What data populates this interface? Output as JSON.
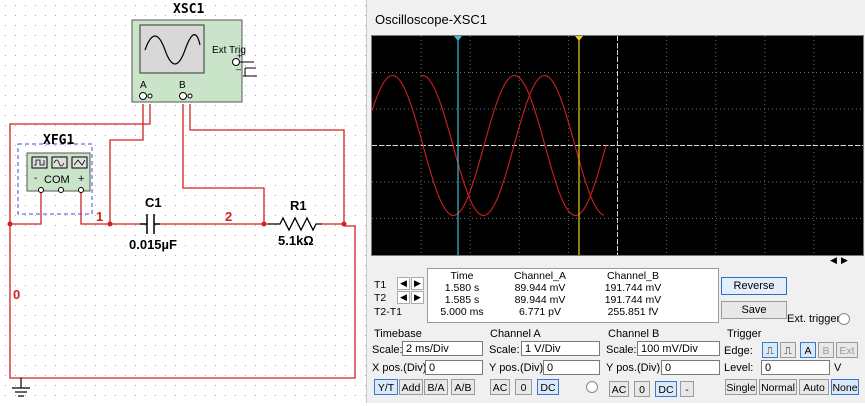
{
  "schematic": {
    "scope_name": "XSC1",
    "scope_ext_trig": "Ext Trig",
    "scope_ch_a": "A",
    "scope_ch_b": "B",
    "scope_plus": "+",
    "scope_minus": "_",
    "fg_name": "XFG1",
    "fg_com": "COM",
    "fg_minus": "-",
    "fg_plus": "+",
    "c_name": "C1",
    "c_value": "0.015µF",
    "r_name": "R1",
    "r_value": "5.1kΩ",
    "node_1": "1",
    "node_2": "2",
    "node_0": "0",
    "wire_color": "#d42020"
  },
  "osc": {
    "title": "Oscilloscope-XSC1",
    "headers": {
      "time": "Time",
      "cha": "Channel_A",
      "chb": "Channel_B"
    },
    "rows": [
      {
        "label": "T1",
        "time": "1.580 s",
        "cha": "89.944 mV",
        "chb": "191.744 mV"
      },
      {
        "label": "T2",
        "time": "1.585 s",
        "cha": "89.944 mV",
        "chb": "191.744 mV"
      },
      {
        "label": "T2-T1",
        "time": "5.000 ms",
        "cha": "6.771 pV",
        "chb": "255.851 fV"
      }
    ],
    "reverse": "Reverse",
    "save": "Save",
    "ext_trigger": "Ext. trigger",
    "timebase": {
      "title": "Timebase",
      "scale_label": "Scale:",
      "scale": "2 ms/Div",
      "xpos_label": "X pos.(Div):",
      "xpos": "0",
      "btn_yt": "Y/T",
      "btn_add": "Add",
      "btn_ba": "B/A",
      "btn_ab": "A/B"
    },
    "cha": {
      "title": "Channel A",
      "scale_label": "Scale:",
      "scale": "1  V/Div",
      "ypos_label": "Y pos.(Div):",
      "ypos": "0",
      "btn_ac": "AC",
      "btn_0": "0",
      "btn_dc": "DC"
    },
    "chb": {
      "title": "Channel B",
      "scale_label": "Scale:",
      "scale": "100 mV/Div",
      "ypos_label": "Y pos.(Div):",
      "ypos": "0",
      "btn_ac": "AC",
      "btn_0": "0",
      "btn_dc": "DC",
      "btn_minus": "-"
    },
    "trigger": {
      "title": "Trigger",
      "edge_label": "Edge:",
      "btn_a": "A",
      "btn_b": "B",
      "btn_ext": "Ext",
      "level_label": "Level:",
      "level": "0",
      "level_unit": "V",
      "btn_single": "Single",
      "btn_normal": "Normal",
      "btn_auto": "Auto",
      "btn_none": "None"
    },
    "trace_a_color": "#cc2020",
    "trace_b_color": "#cc2020",
    "cursor1_color": "#3bbfd0",
    "cursor2_color": "#e8d020"
  }
}
